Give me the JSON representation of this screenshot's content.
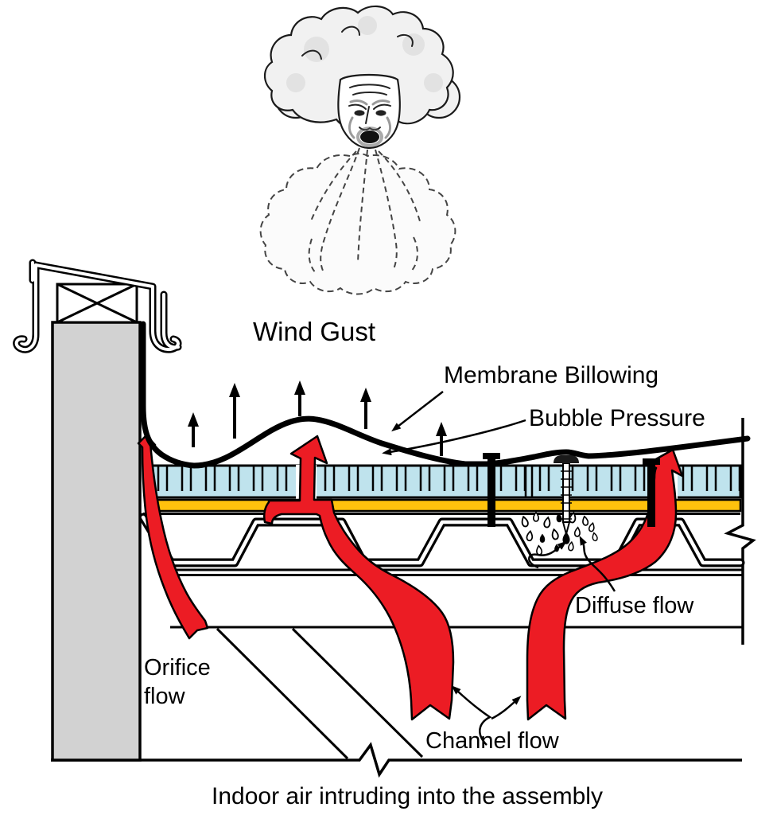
{
  "labels": {
    "wind_gust": "Wind Gust",
    "membrane_billowing": "Membrane Billowing",
    "bubble_pressure": "Bubble Pressure",
    "diffuse_flow": "Diffuse flow",
    "orifice_flow_line1": "Orifice",
    "orifice_flow_line2": "flow",
    "channel_flow": "Channel flow",
    "caption": "Indoor air intruding into the assembly"
  },
  "colors": {
    "flow_red": "#EC1C24",
    "insulation_blue": "#BFE3ED",
    "coverboard_yellow": "#FFC20D",
    "wall_gray": "#D2D2D2",
    "outline_black": "#000000"
  }
}
